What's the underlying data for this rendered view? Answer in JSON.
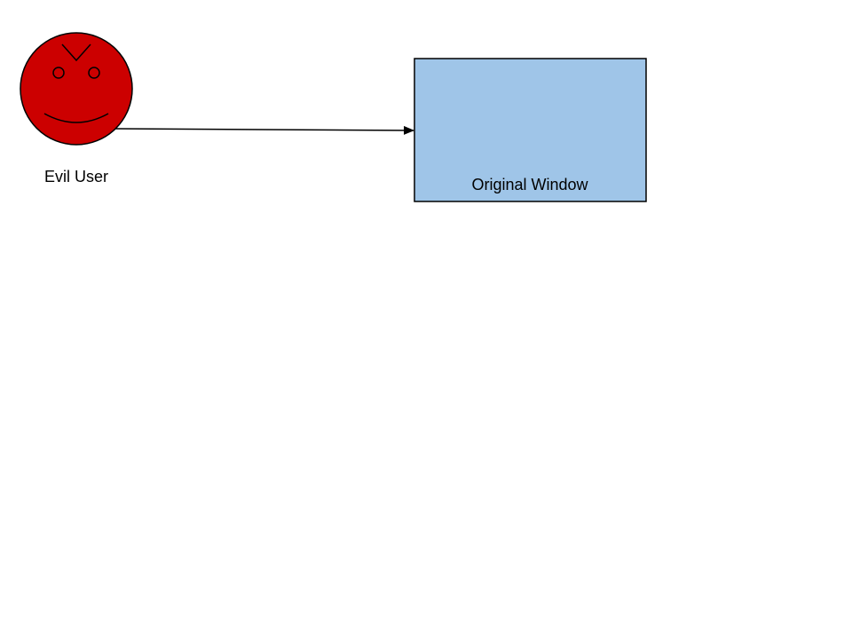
{
  "diagram": {
    "nodes": {
      "evil_user": {
        "label": "Evil User",
        "icon": "evil-smiley-icon",
        "fill_color": "#cc0000",
        "stroke_color": "#000000"
      },
      "original_window": {
        "label": "Original Window",
        "fill_color": "#9fc5e8",
        "stroke_color": "#000000"
      }
    },
    "edges": [
      {
        "from": "evil_user",
        "to": "original_window",
        "style": "solid-arrow",
        "color": "#000000"
      }
    ]
  }
}
